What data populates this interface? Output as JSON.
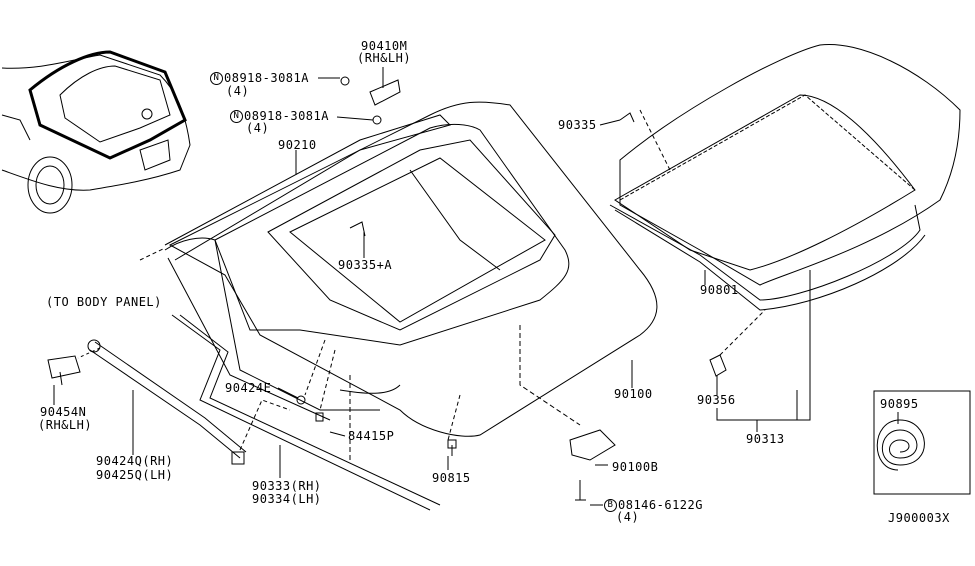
{
  "diagram": {
    "code": "J900003X",
    "parts": [
      {
        "id": "p90410m",
        "number": "90410M",
        "note": "(RH&LH)"
      },
      {
        "id": "n1",
        "prefix": "N",
        "number": "08918-3081A",
        "qty": "(4)"
      },
      {
        "id": "n2",
        "prefix": "N",
        "number": "08918-3081A",
        "qty": "(4)"
      },
      {
        "id": "p90210",
        "number": "90210"
      },
      {
        "id": "p90335a",
        "number": "90335+A"
      },
      {
        "id": "body",
        "number": "(TO BODY PANEL)"
      },
      {
        "id": "p90335",
        "number": "90335"
      },
      {
        "id": "p90801",
        "number": "90801"
      },
      {
        "id": "p90100",
        "number": "90100"
      },
      {
        "id": "p90356",
        "number": "90356"
      },
      {
        "id": "p90313",
        "number": "90313"
      },
      {
        "id": "p90895",
        "number": "90895"
      },
      {
        "id": "p90454n",
        "number": "90454N",
        "note": "(RH&LH)"
      },
      {
        "id": "p90424q",
        "number": "90424Q(RH)",
        "note": "90425Q(LH)"
      },
      {
        "id": "p90424e",
        "number": "90424E"
      },
      {
        "id": "p84415p",
        "number": "84415P"
      },
      {
        "id": "p90333",
        "number": "90333(RH)",
        "note": "90334(LH)"
      },
      {
        "id": "p90815",
        "number": "90815"
      },
      {
        "id": "p90100b",
        "number": "90100B"
      },
      {
        "id": "b1",
        "prefix": "B",
        "number": "08146-6122G",
        "qty": "(4)"
      }
    ]
  }
}
